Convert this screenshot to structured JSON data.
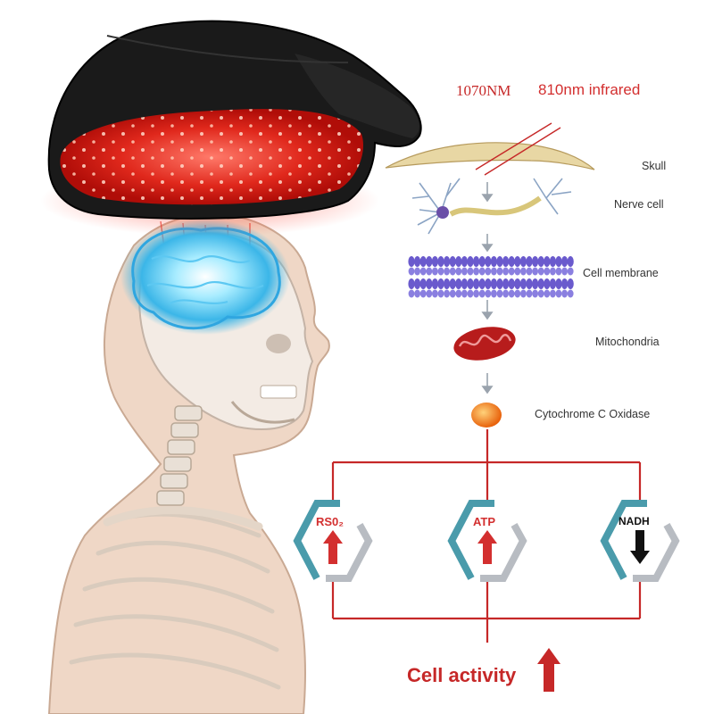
{
  "wavelengths": [
    {
      "text": "1070NM",
      "color": "#c62828"
    },
    {
      "text": "810nm infrared",
      "color": "#d32f2f"
    }
  ],
  "pathway": [
    "Skull",
    "Nerve cell",
    "Cell membrane",
    "Mitochondria",
    "Cytochrome C Oxidase"
  ],
  "indicators": [
    {
      "label": "RS0₂",
      "direction": "up",
      "color": "#d32f2f"
    },
    {
      "label": "ATP",
      "direction": "up",
      "color": "#d32f2f"
    },
    {
      "label": "NADH",
      "direction": "down",
      "color": "#111111"
    }
  ],
  "outcome": {
    "text": "Cell activity",
    "direction": "up",
    "color": "#c62828"
  },
  "colors": {
    "accent": "#d32f2f",
    "hexagon_teal": "#4a9bab",
    "hexagon_gray": "#b8bcc2",
    "membrane": "#6a5acd"
  }
}
